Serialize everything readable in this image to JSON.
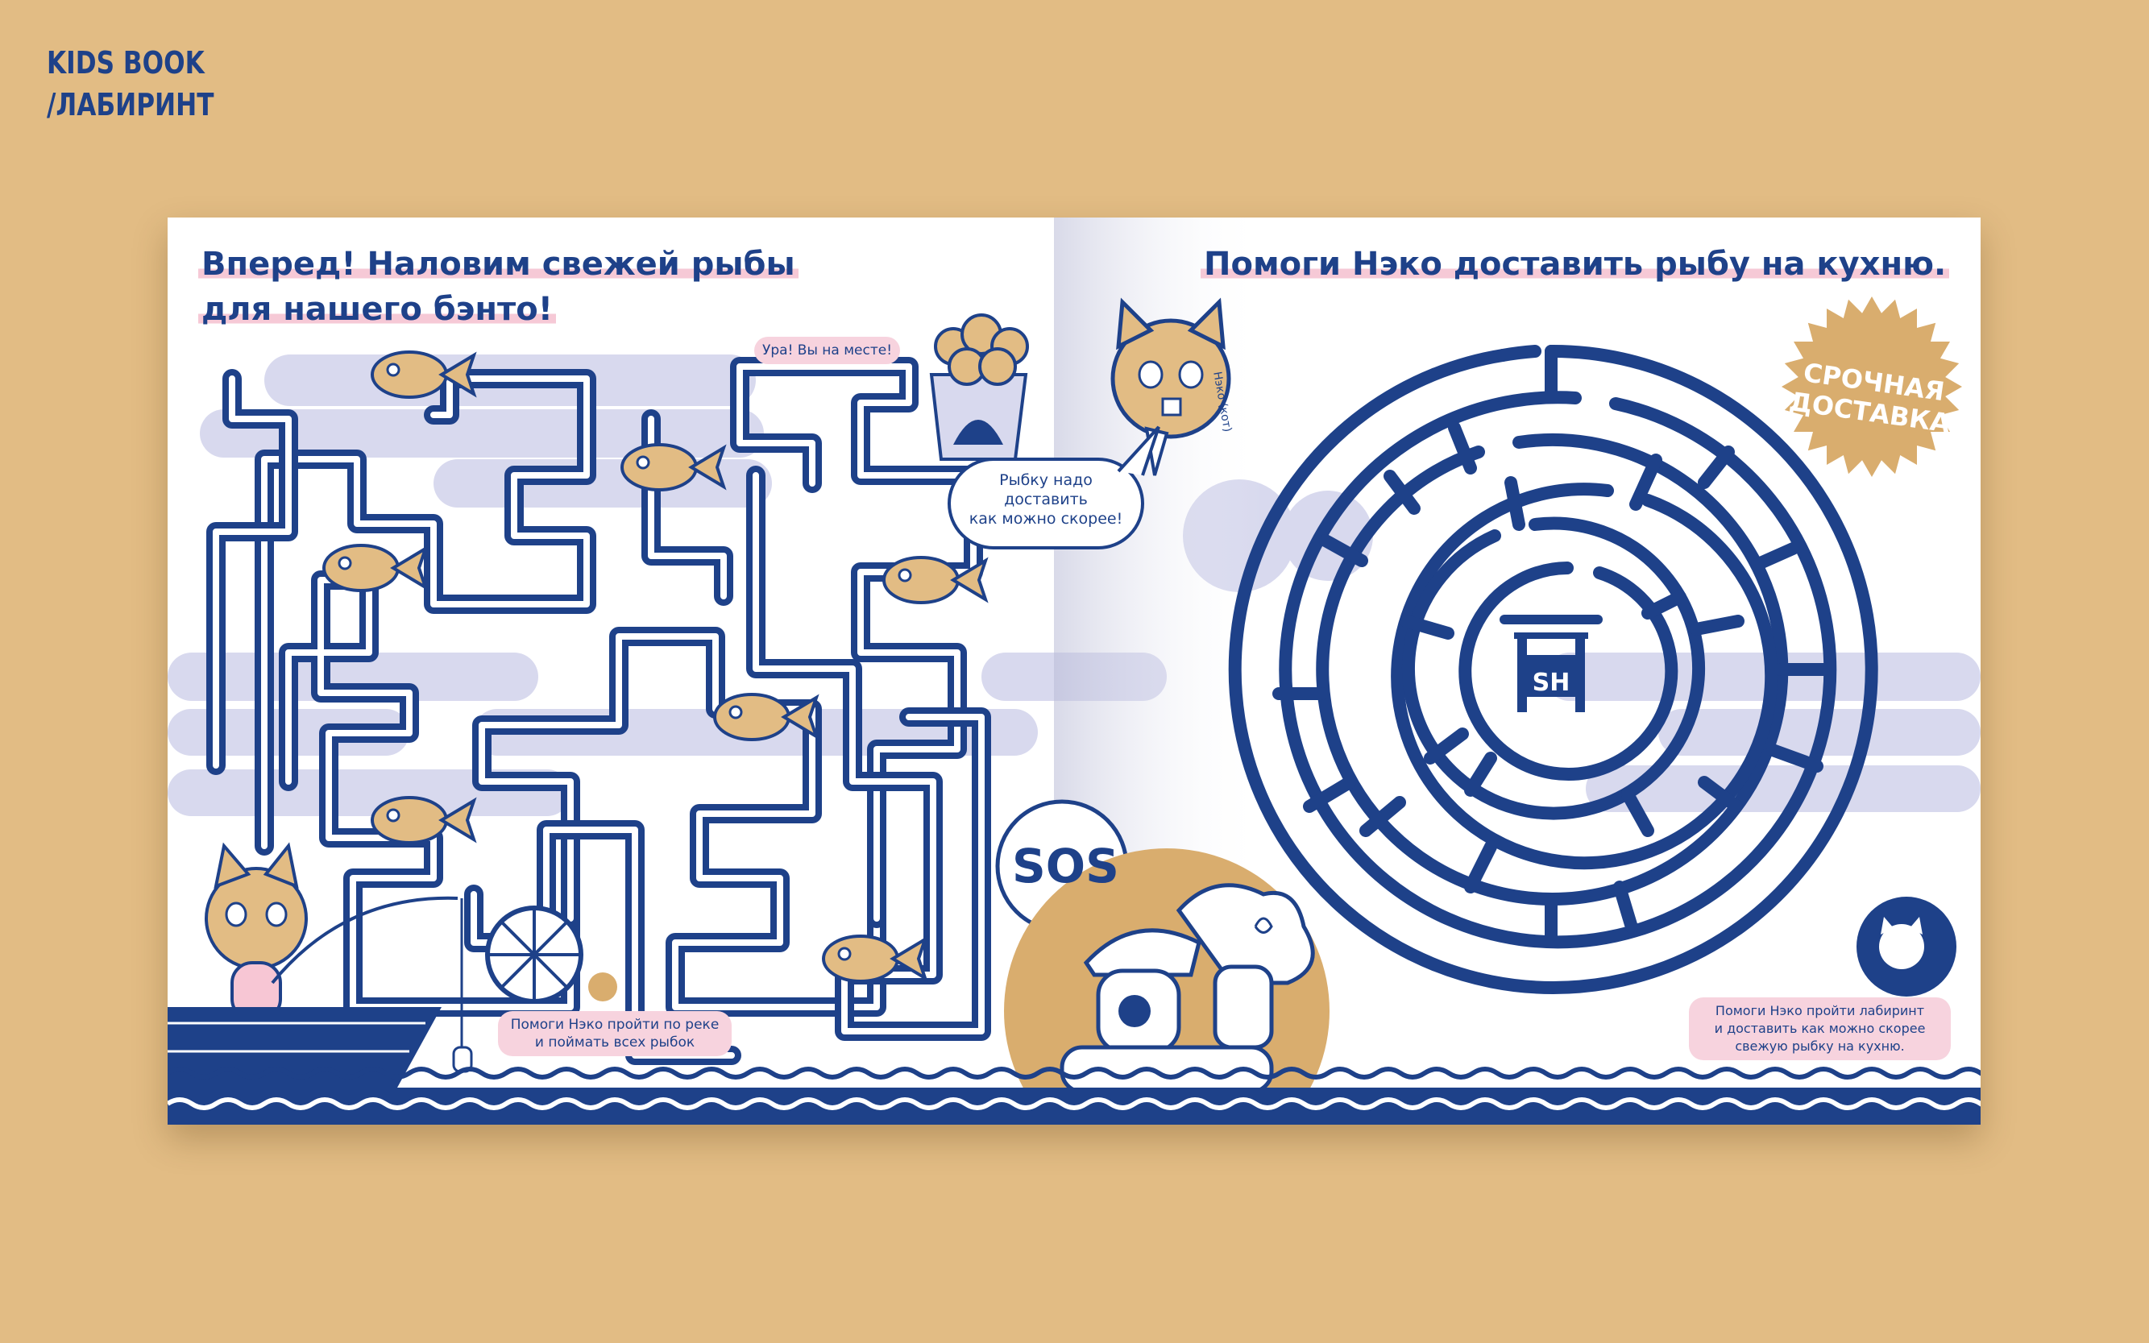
{
  "header": {
    "line1": "KIDS BOOK",
    "line2": "/ЛАБИРИНТ"
  },
  "left_page": {
    "title_line1": "Вперед! Наловим свежей рыбы",
    "title_line2": "для нашего бэнто!",
    "arrived_label": "Ура! Вы на месте!",
    "speech_bubble": [
      "Рыбку надо",
      "доставить",
      "как можно скорее!"
    ],
    "hint": [
      "Помоги Нэко пройти по реке",
      "и поймать всех рыбок"
    ],
    "sos_label": "SOS"
  },
  "right_page": {
    "title": "Помоги Нэко доставить рыбу на кухню.",
    "badge": [
      "СРОЧНАЯ",
      "ДОСТАВКА"
    ],
    "cat_caption": "Нэко (кот)",
    "center_logo": "SH",
    "hint": [
      "Помоги Нэко пройти лабиринт",
      "и доставить как можно скорее",
      "свежую рыбку на кухню."
    ]
  },
  "colors": {
    "navy": "#1E4189",
    "tan": "#E2BC84",
    "gold": "#D9AD6E",
    "pink": "#F7D3DE",
    "lavender": "#D8D9EE"
  }
}
